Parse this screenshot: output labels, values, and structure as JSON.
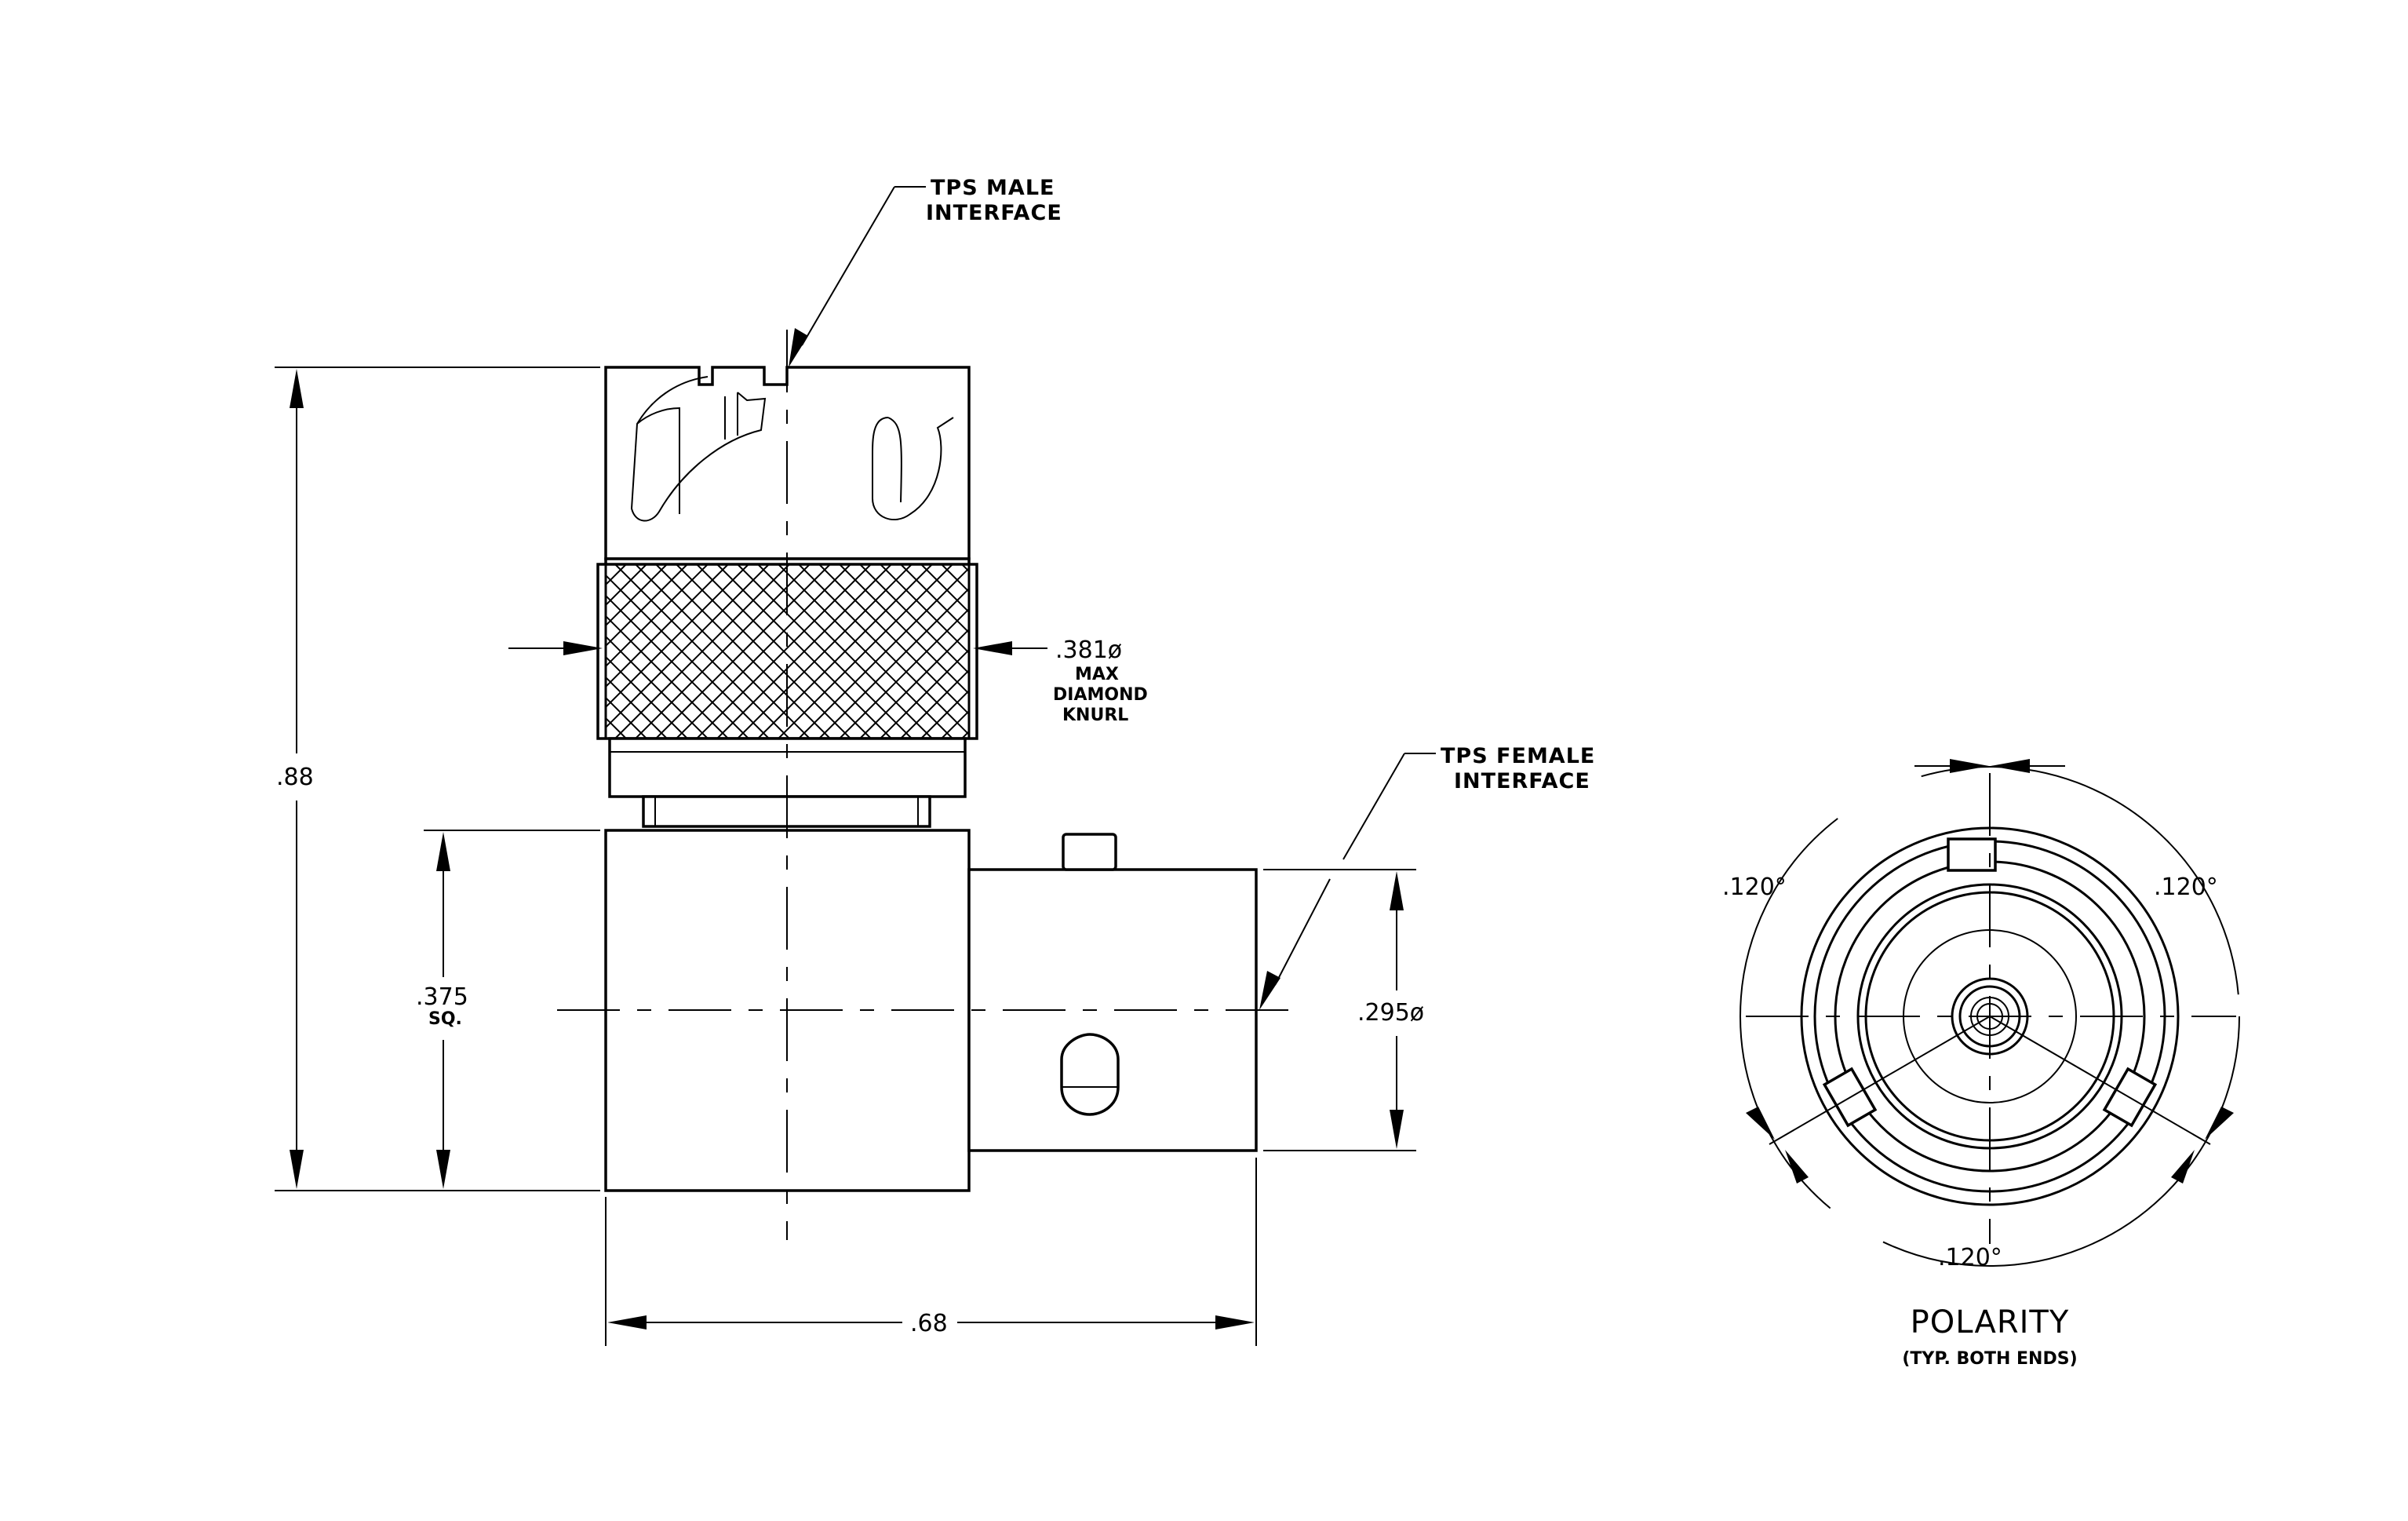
{
  "callouts": {
    "male_line1": "TPS MALE",
    "male_line2": "INTERFACE",
    "female_line1": "TPS FEMALE",
    "female_line2": "INTERFACE",
    "knurl_dim": ".381ø",
    "knurl_line1": "MAX",
    "knurl_line2": "DIAMOND",
    "knurl_line3": "KNURL"
  },
  "dimensions": {
    "overall_height": ".88",
    "body_square": ".375",
    "body_square_note": "SQ.",
    "female_diameter": ".295ø",
    "overall_width": ".68"
  },
  "polarity_view": {
    "angle_left": ".120°",
    "angle_right": ".120°",
    "angle_bottom": ".120°",
    "title": "POLARITY",
    "subtitle": "(TYP. BOTH ENDS)"
  }
}
